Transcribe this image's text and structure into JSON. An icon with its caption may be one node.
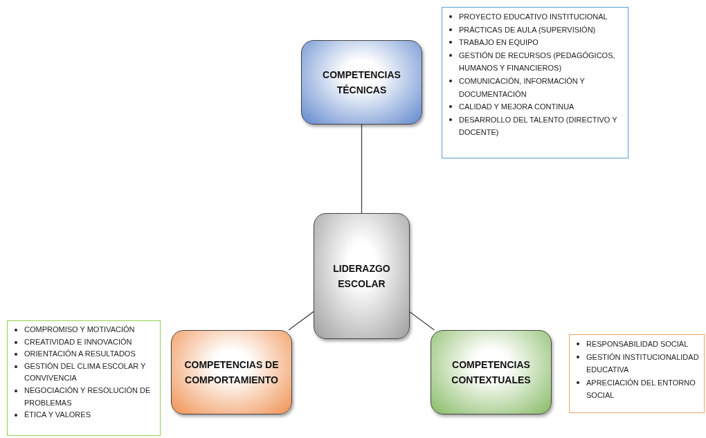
{
  "diagram": {
    "nodes": [
      {
        "text": [
          "COMPETENCIAS TÉCNICAS"
        ]
      },
      {
        "text": [
          "PROYECTO EDUCATIVO INSTITUCIONAL",
          "PRÁCTICAS DE AULA (SUPERVISIÓN)",
          "TRABAJO EN EQUIPO",
          "GESTIÓN DE RECURSOS (PEDAGÓGICOS, HUMANOS Y FINANCIEROS)",
          "COMUNICACIÓN, INFORMACIÓN Y DOCUMENTACIÓN",
          "CALIDAD Y MEJORA CONTINUA",
          "DESARROLLO DEL TALENTO (DIRECTIVO Y DOCENTE)"
        ]
      },
      {
        "text": [
          "LIDERAZGO ESCOLAR"
        ]
      },
      {
        "text": [
          "COMPROMISO Y MOTIVACIÓN",
          "CREATIVIDAD E INNOVACIÓN",
          "ORIENTACIÓN A RESULTADOS",
          "GESTIÓN DEL CLIMA ESCOLAR Y CONVIVENCIA",
          "NEGOCIACIÓN Y RESOLUCIÓN DE PROBLEMAS",
          "ÉTICA Y VALORES"
        ]
      },
      {
        "text": [
          "COMPETENCIAS DE COMPORTAMIENTO"
        ]
      },
      {
        "text": [
          "COMPETENCIAS CONTEXTUALES"
        ]
      },
      {
        "text": [
          "RESPONSABILIDAD SOCIAL",
          "GESTIÓN INSTITUCIONALIDAD EDUCATIVA",
          "APRECIACIÓN DEL ENTORNO SOCIAL"
        ]
      }
    ],
    "edges": [
      {
        "from": 2,
        "to": 0,
        "arrow": "none"
      },
      {
        "from": 2,
        "to": 4,
        "arrow": "none"
      },
      {
        "from": 2,
        "to": 5,
        "arrow": "none"
      }
    ]
  }
}
